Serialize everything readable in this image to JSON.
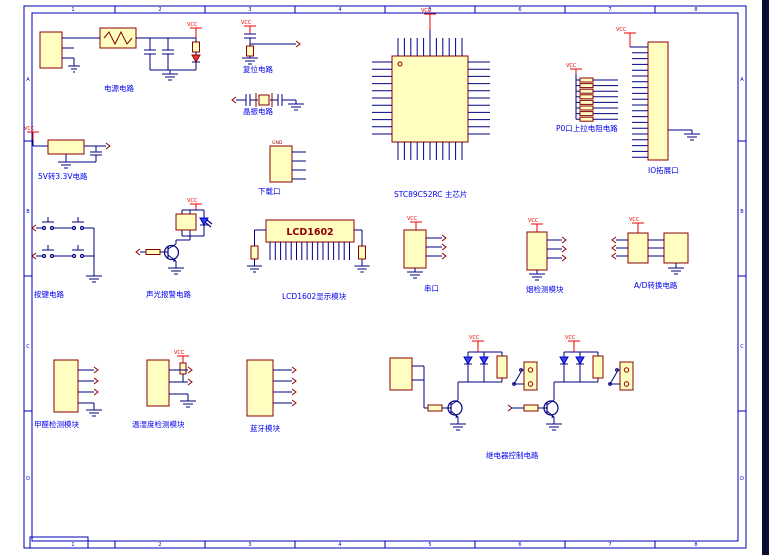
{
  "sheet": {
    "colors": {
      "frame": "#0000b6",
      "wire": "#000080",
      "component_fill": "#fffdc0",
      "component_stroke": "#8b0000",
      "power": "#ee0000",
      "label": "#0000ee",
      "background": "#ffffff"
    },
    "nets": {
      "vcc": "VCC",
      "gnd": "GND"
    },
    "zones": {
      "cols": [
        "1",
        "2",
        "3",
        "4",
        "5",
        "6",
        "7",
        "8"
      ],
      "rows": [
        "A",
        "B",
        "C",
        "D"
      ]
    }
  },
  "blocks": {
    "power": {
      "label": "电源电路"
    },
    "reset": {
      "label": "复位电路"
    },
    "crystal": {
      "label": "晶振电路"
    },
    "v33": {
      "label": "5V转3.3V电路"
    },
    "download": {
      "label": "下载口"
    },
    "mcu": {
      "label": "STC89C52RC 主芯片"
    },
    "pullup": {
      "label": "P0口上拉电阻电路"
    },
    "io": {
      "label": "IO拓展口"
    },
    "keys": {
      "label": "按键电路"
    },
    "alarm": {
      "label": "声光报警电路"
    },
    "lcd": {
      "label": "LCD1602显示模块",
      "part": "LCD1602"
    },
    "serial": {
      "label": "串口"
    },
    "smoke": {
      "label": "烟检测模块"
    },
    "adc": {
      "label": "A/D转换电路"
    },
    "ch2o": {
      "label": "甲醛检测模块"
    },
    "dht": {
      "label": "温湿度检测模块"
    },
    "bt": {
      "label": "蓝牙模块"
    },
    "relay": {
      "label": "继电器控制电路"
    }
  }
}
